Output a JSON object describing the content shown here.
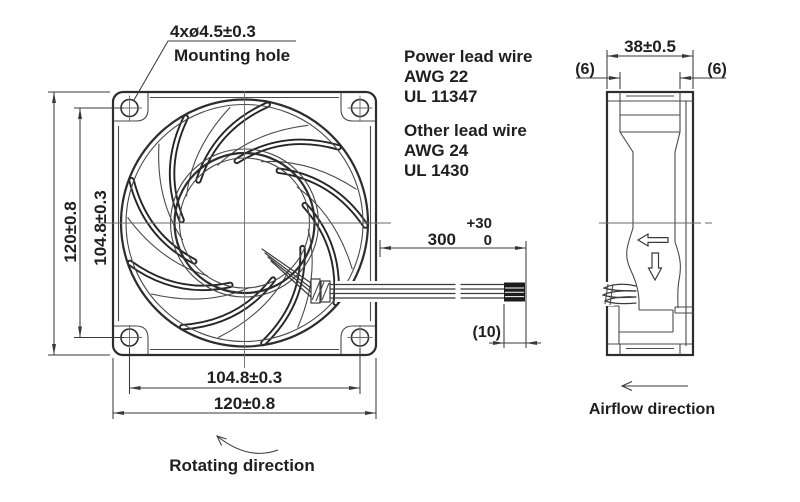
{
  "drawing": {
    "front_view": {
      "mounting_hole_spec": "4xø4.5±0.3",
      "mounting_hole_label": "Mounting hole",
      "dim_left_outer": "120±0.8",
      "dim_left_holes": "104.8±0.3",
      "dim_bottom_holes": "104.8±0.3",
      "dim_bottom_outer": "120±0.8",
      "rotating_direction_label": "Rotating direction"
    },
    "side_view": {
      "dim_depth": "38±0.5",
      "dim_flange_left": "(6)",
      "dim_flange_right": "(6)",
      "airflow_direction_label": "Airflow direction"
    },
    "lead_wire_notes": {
      "power": {
        "title": "Power lead wire",
        "gauge": "AWG 22",
        "ul": "UL 11347"
      },
      "other": {
        "title": "Other lead wire",
        "gauge": "AWG 24",
        "ul": "UL 1430"
      }
    },
    "wire_dims": {
      "length": "300",
      "length_tol_upper": "+30",
      "length_tol_lower": "0",
      "strip_length": "(10)"
    },
    "colors": {
      "line": "#3a3a3a",
      "text": "#1f1f1f",
      "background": "#ffffff"
    }
  }
}
